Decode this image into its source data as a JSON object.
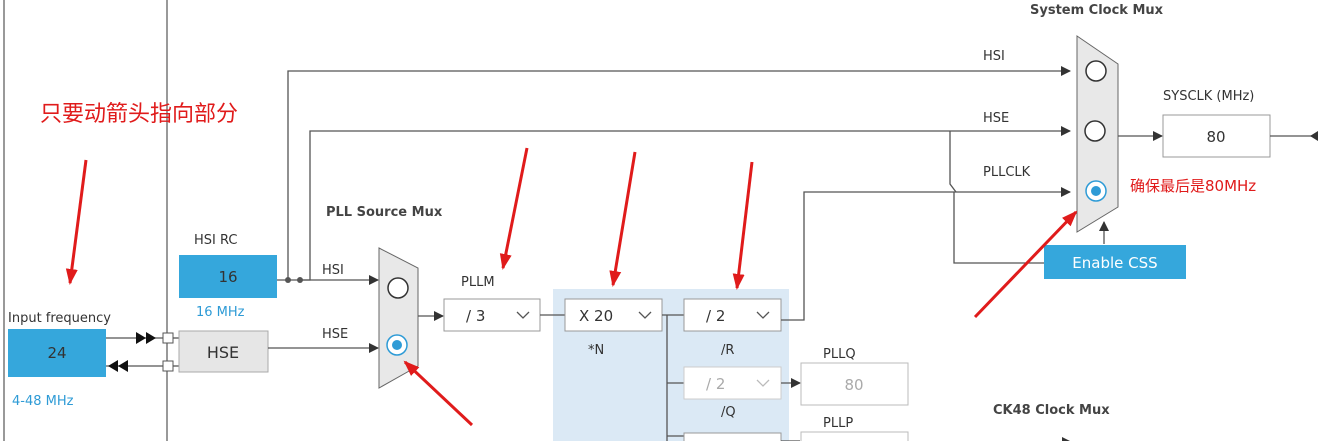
{
  "annotations": {
    "title_note": "只要动箭头指向部分",
    "sysclk_note": "确保最后是80MHz"
  },
  "input": {
    "label": "Input frequency",
    "value": "24",
    "range": "4-48 MHz"
  },
  "hsi_rc": {
    "label": "HSI RC",
    "value": "16",
    "freq": "16 MHz"
  },
  "hse": {
    "label": "HSE"
  },
  "pll_source_mux": {
    "title": "PLL Source Mux",
    "in_hsi": "HSI",
    "in_hse": "HSE",
    "selected": "HSE"
  },
  "pll": {
    "pllm_label": "PLLM",
    "pllm_value": "/ 3",
    "pllm_options_shown": "/ 3",
    "n_value": "X 20",
    "n_label": "*N",
    "r_value": "/ 2",
    "r_label": "/R",
    "q_value": "/ 2",
    "q_label": "/Q",
    "pllq_label": "PLLQ",
    "pllq_value": "80",
    "pllp_label": "PLLP"
  },
  "system_clock_mux": {
    "title": "System Clock Mux",
    "in_hsi": "HSI",
    "in_hse": "HSE",
    "in_pllclk": "PLLCLK",
    "selected": "PLLCLK"
  },
  "sysclk": {
    "label": "SYSCLK (MHz)",
    "value": "80"
  },
  "enable_css": "Enable CSS",
  "ck48_mux": {
    "title": "CK48 Clock Mux"
  },
  "colors": {
    "accent_blue": "#35a7dc",
    "annotation_red": "#e01b1b",
    "pll_panel": "#dbe9f5"
  }
}
